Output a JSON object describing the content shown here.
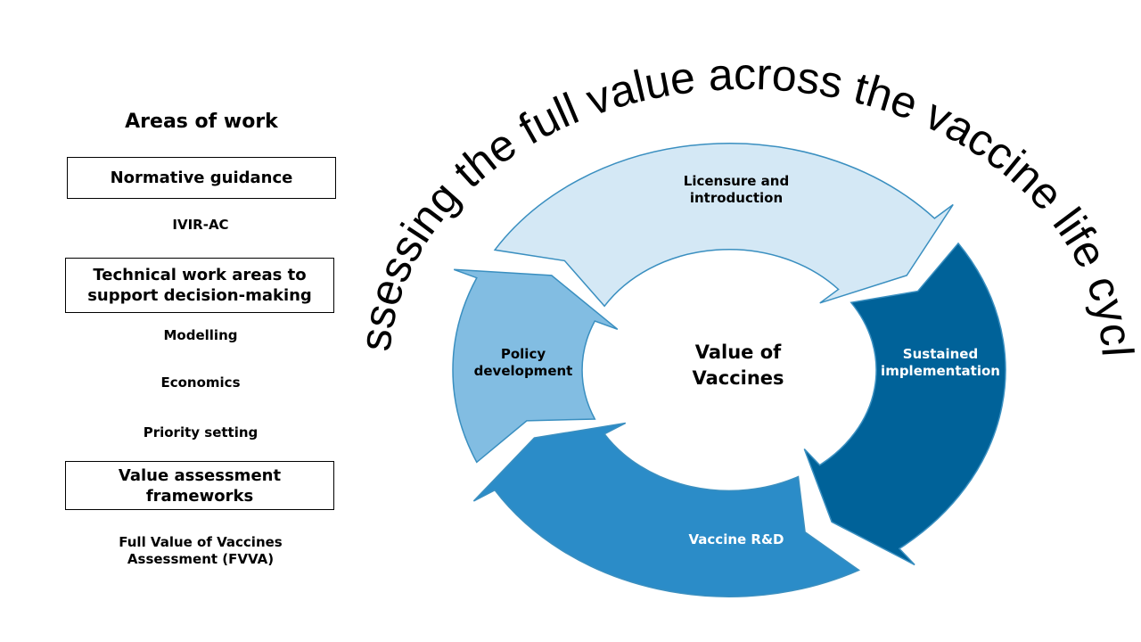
{
  "areas_of_work": {
    "title": "Areas of work",
    "items": [
      {
        "kind": "box",
        "label": "Normative guidance"
      },
      {
        "kind": "text",
        "label": "IVIR-AC"
      },
      {
        "kind": "box",
        "label": "Technical work areas to\nsupport decision-making"
      },
      {
        "kind": "text",
        "label": "Modelling"
      },
      {
        "kind": "text",
        "label": "Economics"
      },
      {
        "kind": "text",
        "label": "Priority setting"
      },
      {
        "kind": "box",
        "label": "Value assessment\nframeworks"
      },
      {
        "kind": "text",
        "label": "Full Value of Vaccines\nAssessment (FVVA)"
      }
    ]
  },
  "cycle": {
    "arc_title": "Assessing the full value across the vaccine life cycle",
    "center_label": "Value of\nVaccines",
    "segments": [
      {
        "label": "Licensure and\nintroduction",
        "color": "#d4e8f5",
        "text_color": "#000000"
      },
      {
        "label": "Sustained\nimplementation",
        "color": "#006299",
        "text_color": "#ffffff"
      },
      {
        "label": "Vaccine R&D",
        "color": "#2b8cc8",
        "text_color": "#ffffff"
      },
      {
        "label": "Policy\ndevelopment",
        "color": "#82bde2",
        "text_color": "#000000"
      }
    ],
    "stroke_color": "#3a8fc0"
  }
}
